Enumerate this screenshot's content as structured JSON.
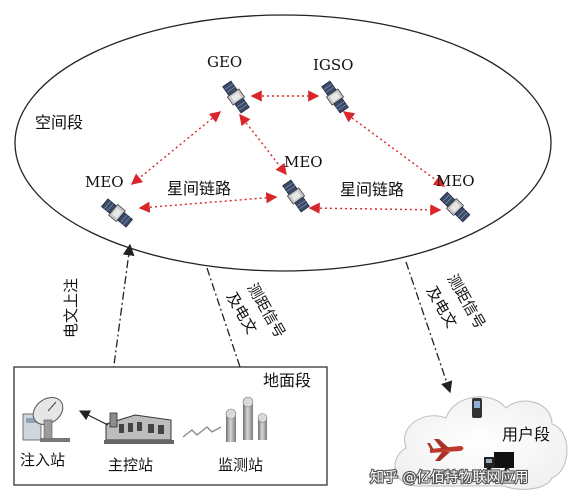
{
  "segments": {
    "space": "空间段",
    "ground": "地面段",
    "user": "用户段"
  },
  "satellites": {
    "geo": "GEO",
    "igso": "IGSO",
    "meo_left": "MEO",
    "meo_center": "MEO",
    "meo_right": "MEO"
  },
  "links": {
    "isl_left": "星间链路",
    "isl_right": "星间链路",
    "uplink": "电文上注",
    "ranging_ground_line1": "测距信号",
    "ranging_ground_line2": "及电文",
    "ranging_user_line1": "测距信号",
    "ranging_user_line2": "及电文"
  },
  "stations": {
    "injection": "注入站",
    "master": "主控站",
    "monitor": "监测站"
  },
  "watermark": "知乎 @亿佰特物联网应用",
  "colors": {
    "isl": "#d9262b",
    "line": "#222222",
    "station": "#8d8d8d"
  }
}
